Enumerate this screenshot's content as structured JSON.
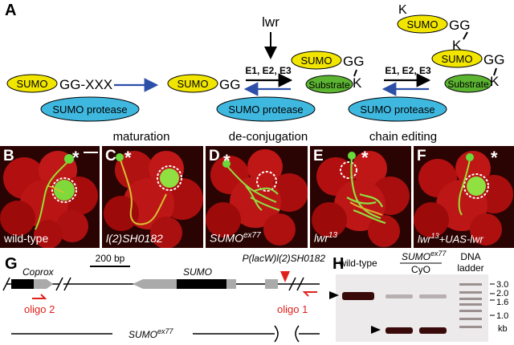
{
  "panel_A": {
    "letter": "A",
    "sumo": "SUMO",
    "gg_xxx": "GG-XXX",
    "gg": "GG",
    "k": "K",
    "substrate": "Substrate",
    "protease": "SUMO protease",
    "enzymes": "E1, E2, E3",
    "lwr": "lwr",
    "steps": [
      "maturation",
      "de-conjugation",
      "chain editing"
    ]
  },
  "micrographs": [
    {
      "letter": "B",
      "label": "wild-type"
    },
    {
      "letter": "C",
      "label": "l(2)SH0182"
    },
    {
      "letter": "D",
      "label": "SUMO",
      "sup": "ex77"
    },
    {
      "letter": "E",
      "label": "lwr",
      "sup": "13"
    },
    {
      "letter": "F",
      "label": "lwr",
      "sup": "13",
      "suffix": "+UAS-lwr"
    }
  ],
  "star": "*",
  "panel_G": {
    "letter": "G",
    "scale": "200 bp",
    "insert": "P(lacW)l(2)SH0182",
    "coprox": "Coprox",
    "sumo": "SUMO",
    "oligo2": "oligo 2",
    "oligo1": "oligo 1",
    "allele": "SUMO",
    "allele_sup": "ex77"
  },
  "panel_H": {
    "letter": "H",
    "lane1": "wild-type",
    "lane2": "SUMO",
    "lane2_sup": "ex77",
    "lane2_sub": "CyO",
    "lane3": "DNA",
    "lane3b": "ladder",
    "ladder": [
      "3.0",
      "2.0",
      "1.6",
      "1.0"
    ],
    "unit": "kb"
  },
  "colors": {
    "sumo_yellow": "#f2e600",
    "substrate_green": "#5cb531",
    "protease_cyan": "#3fb8e0",
    "arrow_blue": "#2c4fa8",
    "oligo_red": "#e0201b"
  }
}
